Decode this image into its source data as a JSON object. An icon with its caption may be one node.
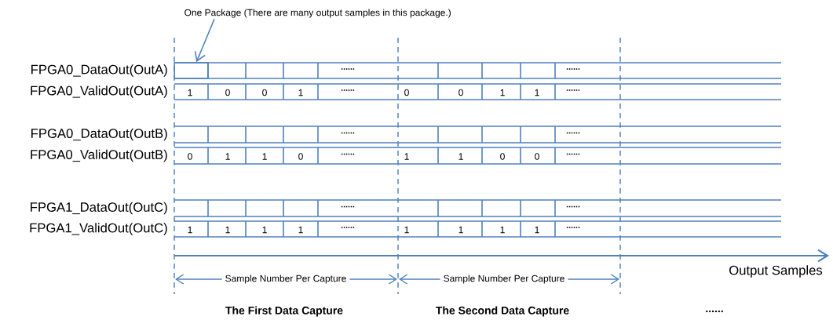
{
  "diagram": {
    "nodes": [
      {
        "text": [
          "One Package (There are many output samples in this package.)"
        ]
      },
      {
        "text": [],
        "shape": "box"
      }
    ],
    "edges": [
      {
        "from": 0,
        "to": 1,
        "arrow": "to"
      }
    ],
    "labels": [
      "FPGA0_DataOut(OutA)",
      "......",
      "......",
      "FPGA0_ValidOut(OutA)",
      "1",
      "0",
      "0",
      "1",
      "......",
      "0",
      "0",
      "1",
      "1",
      "......",
      "FPGA0_DataOut(OutB)",
      "......",
      "......",
      "FPGA0_ValidOut(OutB)",
      "0",
      "1",
      "1",
      "0",
      "......",
      "1",
      "1",
      "0",
      "0",
      "......",
      "FPGA1_DataOut(OutC)",
      "......",
      "......",
      "FPGA1_ValidOut(OutC)",
      "1",
      "1",
      "1",
      "1",
      "......",
      "1",
      "1",
      "1",
      "1",
      "......",
      "Sample Number Per Capture",
      "Sample Number Per Capture",
      "Output Samples",
      "The First Data Capture",
      "The Second Data Capture",
      "......"
    ]
  }
}
